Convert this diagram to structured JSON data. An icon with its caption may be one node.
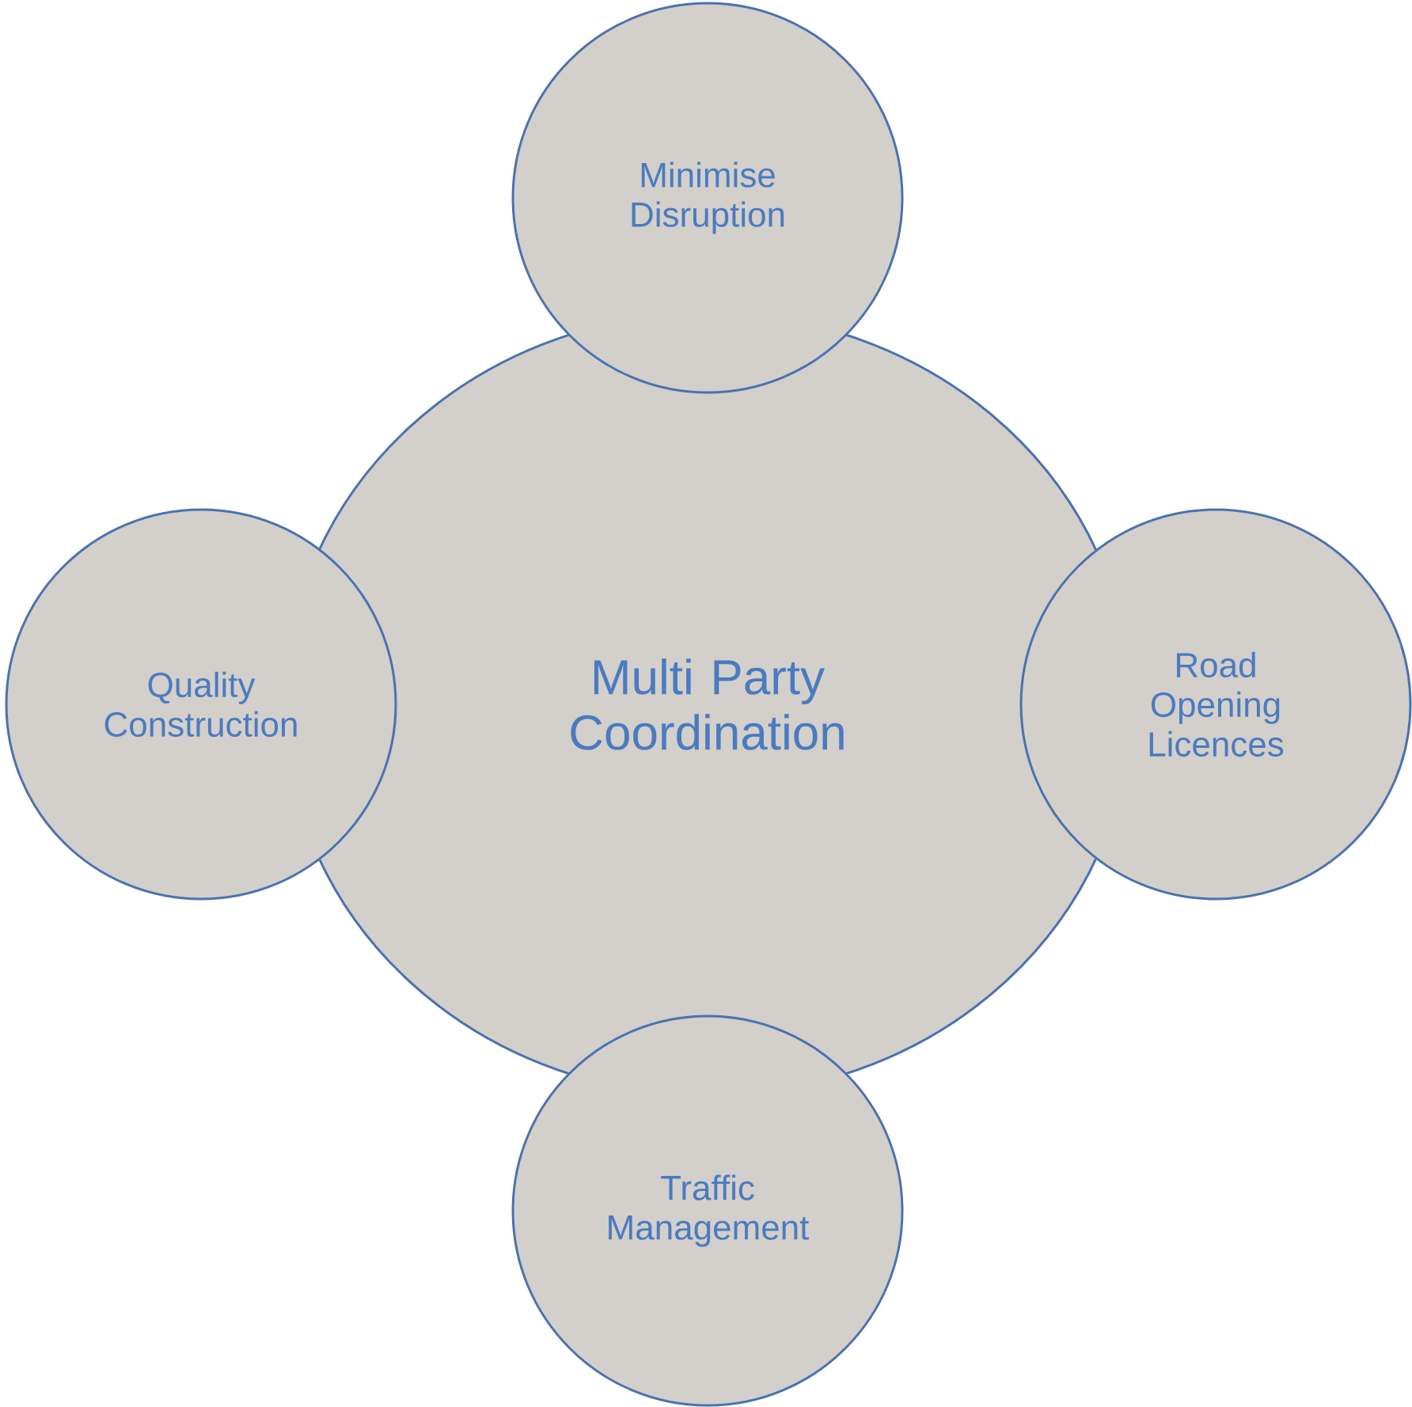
{
  "diagram": {
    "nodes": [
      {
        "text": [
          "Minimise Disruption"
        ]
      },
      {
        "text": [
          "Quality Construction"
        ]
      },
      {
        "text": [
          "Multi Party Coordination"
        ]
      },
      {
        "text": [
          "Road Opening Licences"
        ]
      },
      {
        "text": [
          "Traffic Management"
        ]
      }
    ]
  }
}
